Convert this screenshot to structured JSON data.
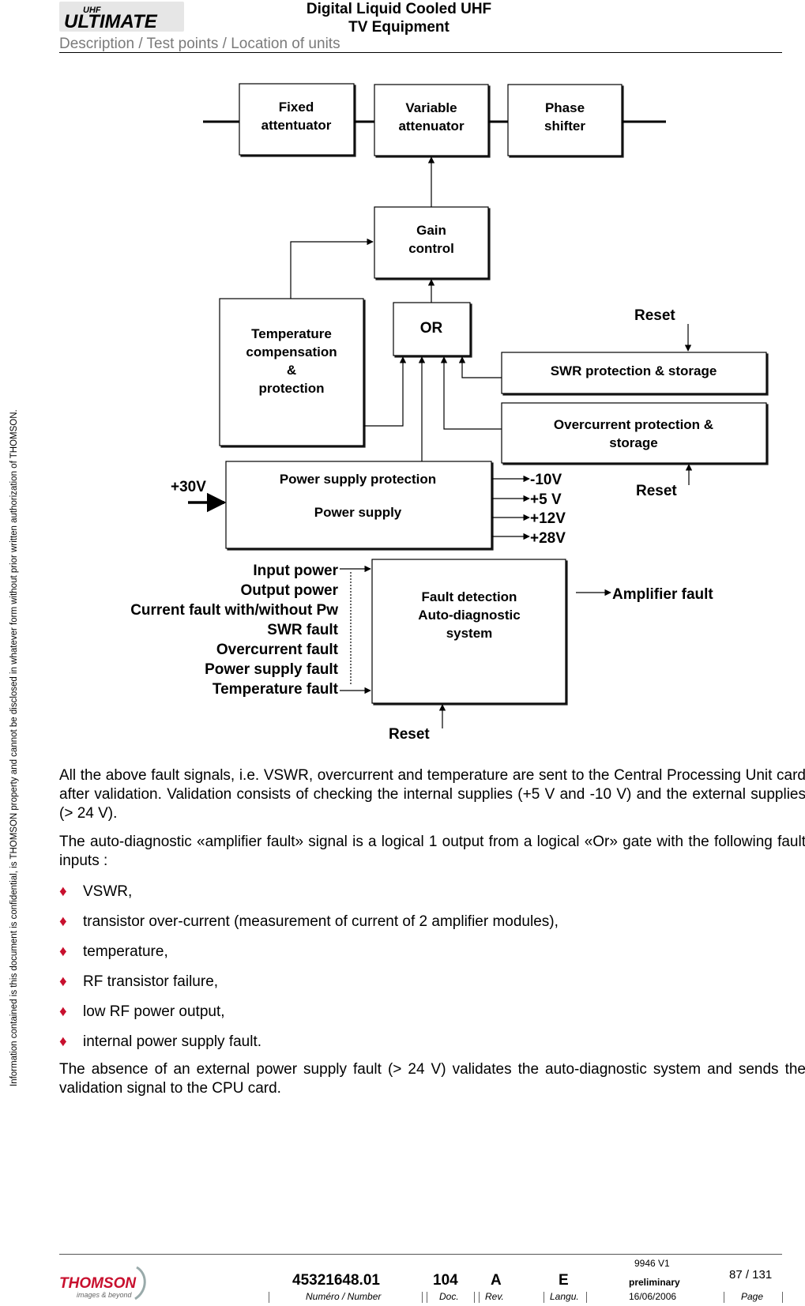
{
  "header": {
    "logo_top": "UHF",
    "logo_main": "ULTIMATE",
    "title_line1": "Digital Liquid Cooled UHF",
    "title_line2": "TV Equipment",
    "subtitle": "Description / Test points / Location of units"
  },
  "side_note": "Information contained is this document is confidential, is THOMSON property and cannot be disclosed in whatever form without prior written authorization of THOMSON.",
  "diagram": {
    "fixed_att_1": "Fixed",
    "fixed_att_2": "attentuator",
    "var_att_1": "Variable",
    "var_att_2": "attenuator",
    "phase_1": "Phase",
    "phase_2": "shifter",
    "gain_1": "Gain",
    "gain_2": "control",
    "or": "OR",
    "temp_1": "Temperature",
    "temp_2": "compensation",
    "temp_3": "&",
    "temp_4": "protection",
    "reset": "Reset",
    "swr": "SWR protection & storage",
    "overcurrent_1": "Overcurrent protection &",
    "overcurrent_2": "storage",
    "v30": "+30V",
    "psu_1": "Power supply protection",
    "psu_2": "Power supply",
    "out_m10": "-10V",
    "out_5": "+5 V",
    "out_12": "+12V",
    "out_28": "+28V",
    "inputs": [
      "Input power",
      "Output power",
      "Current fault with/without Pw",
      "SWR fault",
      "Overcurrent fault",
      "Power supply fault",
      "Temperature fault"
    ],
    "fault_1": "Fault detection",
    "fault_2": "Auto-diagnostic",
    "fault_3": "system",
    "amp_fault": "Amplifier fault"
  },
  "body": {
    "p1": "All the above fault signals, i.e. VSWR, overcurrent and temperature are sent to the Central Processing Unit card after validation. Validation consists of checking the internal supplies (+5 V and -10 V) and the external supplies (> 24 V).",
    "p2": "The auto-diagnostic «amplifier fault» signal is a logical 1 output from a logical «Or» gate with the following fault inputs :",
    "bullets": [
      "VSWR,",
      "transistor over-current (measurement of current of 2 amplifier modules),",
      "temperature,",
      "RF transistor failure,",
      "low RF power output,",
      "internal power supply fault."
    ],
    "p3": "The absence of an external power supply fault (> 24 V) validates the auto-diagnostic system and sends the validation signal to the CPU card."
  },
  "footer": {
    "logo": "THOMSON",
    "logo_tag": "images & beyond",
    "number": "45321648.01",
    "doc": "104",
    "rev": "A",
    "lang": "E",
    "version": "9946 V1",
    "status": "preliminary",
    "date": "16/06/2006",
    "page": "87 / 131",
    "lbl_number": "Numéro / Number",
    "lbl_doc": "Doc.",
    "lbl_rev": "Rev.",
    "lbl_lang": "Langu.",
    "lbl_page": "Page"
  }
}
